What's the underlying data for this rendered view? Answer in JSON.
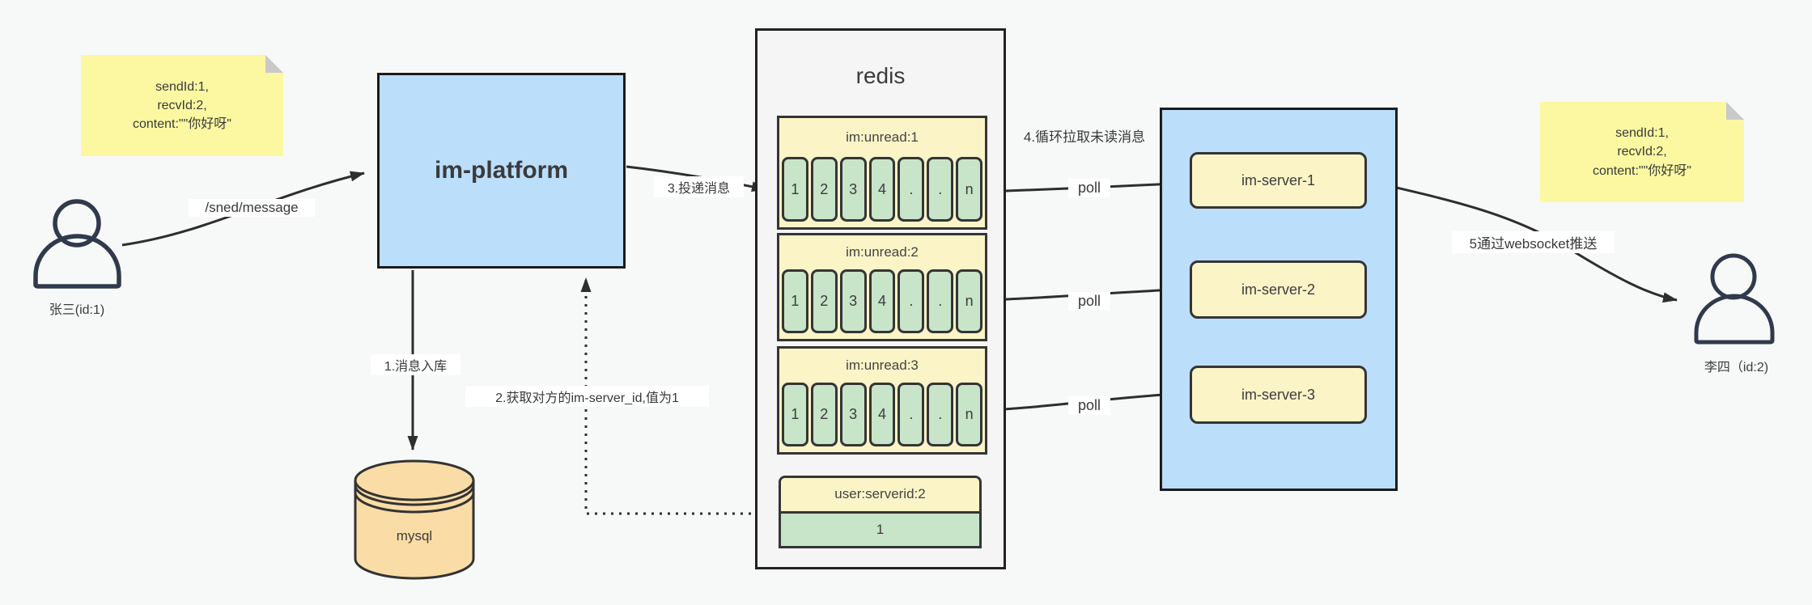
{
  "colors": {
    "node_blue": "#bbdefb",
    "box_yellow": "#faf4c7",
    "cell_green": "#c8e4c9",
    "note_yellow": "#fbf8a1",
    "mysql_orange": "#fadca6",
    "line_dark": "#2e2e2e",
    "canvas_bg": "#f7f8f8"
  },
  "notes": {
    "left": {
      "lines": [
        "sendId:1,",
        "recvId:2,",
        "content:\"\"你好呀\""
      ]
    },
    "right": {
      "lines": [
        "sendId:1,",
        "recvId:2,",
        "content:\"\"你好呀\""
      ]
    }
  },
  "actors": {
    "sender": {
      "label": "张三(id:1)"
    },
    "receiver": {
      "label": "李四（id:2)"
    }
  },
  "platform": {
    "label": "im-platform"
  },
  "mysql": {
    "label": "mysql"
  },
  "redis": {
    "title": "redis",
    "queues": [
      {
        "header": "im:unread:1",
        "cells": [
          "1",
          "2",
          "3",
          "4",
          ".",
          ".",
          "n"
        ]
      },
      {
        "header": "im:unread:2",
        "cells": [
          "1",
          "2",
          "3",
          "4",
          ".",
          ".",
          "n"
        ]
      },
      {
        "header": "im:unread:3",
        "cells": [
          "1",
          "2",
          "3",
          "4",
          ".",
          ".",
          "n"
        ]
      }
    ],
    "kv": {
      "header": "user:serverid:2",
      "value": "1"
    }
  },
  "servers": {
    "items": [
      {
        "label": "im-server-1"
      },
      {
        "label": "im-server-2"
      },
      {
        "label": "im-server-3"
      }
    ]
  },
  "edges": {
    "send": "/sned/message",
    "step1": "1.消息入库",
    "step2": "2.获取对方的im-server_id,值为1",
    "step3": "3.投递消息",
    "step4": "4.循环拉取未读消息",
    "poll1": "poll",
    "poll2": "poll",
    "poll3": "poll",
    "step5": "5通过websocket推送"
  }
}
